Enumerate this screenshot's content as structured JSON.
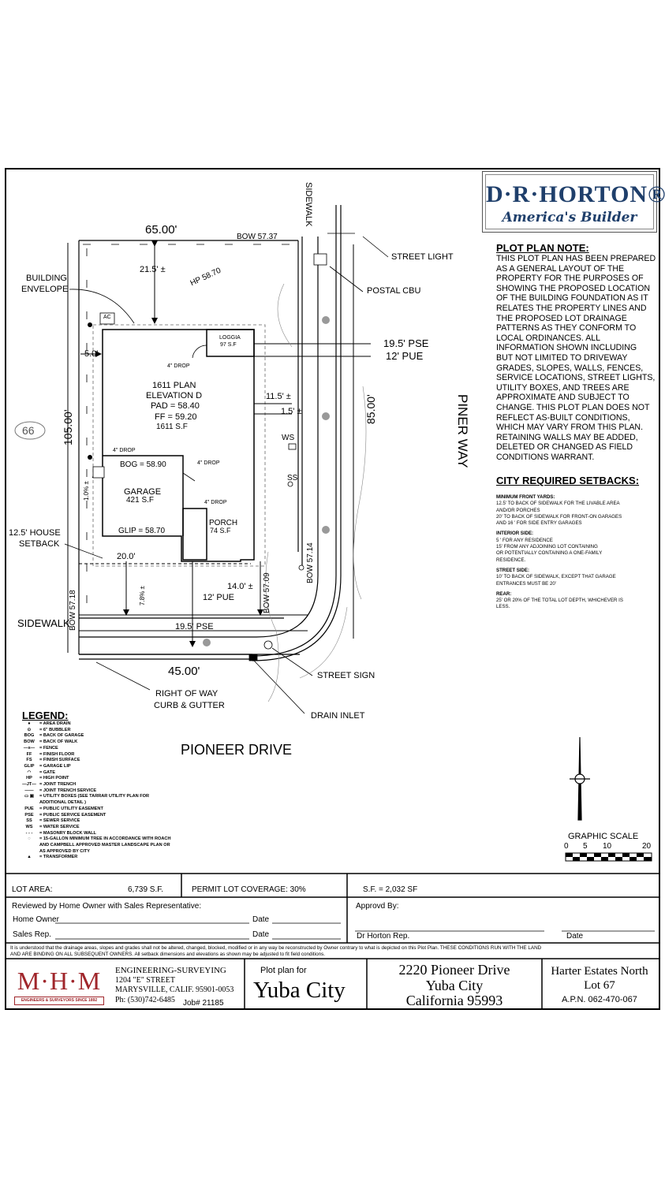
{
  "logo": {
    "brand": "D·R·HORTON®",
    "tagline": "America's Builder"
  },
  "plot_note": {
    "title": "PLOT PLAN NOTE:",
    "lines": [
      "THIS PLOT PLAN HAS BEEN PREPARED",
      "AS A GENERAL LAYOUT OF THE",
      "PROPERTY FOR THE PURPOSES OF",
      "SHOWING THE PROPOSED LOCATION",
      "OF THE BUILDING FOUNDATION AS IT",
      "RELATES THE PROPERTY LINES AND",
      "THE PROPOSED LOT DRAINAGE",
      "PATTERNS AS THEY CONFORM TO",
      "LOCAL ORDINANCES. ALL",
      "INFORMATION SHOWN INCLUDING",
      "BUT NOT LIMITED TO DRIVEWAY",
      "GRADES, SLOPES, WALLS, FENCES,",
      "SERVICE LOCATIONS, STREET LIGHTS,",
      "UTILITY BOXES, AND TREES ARE",
      "APPROXIMATE AND SUBJECT TO",
      "CHANGE. THIS PLOT PLAN DOES NOT",
      "REFLECT AS-BUILT CONDITIONS,",
      "WHICH MAY VARY FROM THIS PLAN.",
      "RETAINING WALLS MAY BE ADDED,",
      "DELETED OR CHANGED AS FIELD",
      "CONDITIONS WARRANT."
    ]
  },
  "setbacks": {
    "title": "CITY REQUIRED SETBACKS:",
    "sections": [
      {
        "heading": "MINIMUM FRONT YARDS:",
        "lines": [
          "12.5' TO BACK OF SIDEWALK FOR THE LIVABLE AREA",
          "AND/OR PORCHES",
          "20' TO BACK OF SIDEWALK FOR FRONT-ON GARAGES",
          "AND 16 ' FOR SIDE ENTRY GARAGES"
        ]
      },
      {
        "heading": "INTERIOR SIDE:",
        "lines": [
          "5 ' FOR ANY RESIDENCE",
          "15' FROM ANY ADJOINING LOT CONTAINING",
          "OR POTENTIALLY CONTAINING A ONE-FAMILY",
          "RESIDENCE."
        ]
      },
      {
        "heading": "STREET SIDE:",
        "lines": [
          "10' TO BACK OF SIDEWALK, EXCEPT THAT GARAGE",
          "ENTRANCES MUST BE 20'"
        ]
      },
      {
        "heading": "REAR:",
        "lines": [
          "25' OR 20% OF THE TOTAL LOT DEPTH, WHICHEVER IS",
          "LESS."
        ]
      }
    ]
  },
  "plan": {
    "dim_top": "65.00'",
    "bow_top": "BOW 57.37",
    "rear_setback": "21.5' ±",
    "hp": "HP 58.70",
    "building_envelope": "BUILDING\nENVELOPE",
    "building_envelope_1": "BUILDING",
    "building_envelope_2": "ENVELOPE",
    "side_5": "5.0'",
    "ac": "AC",
    "loggia": "LOGGIA",
    "loggia_sf": "97 S.F",
    "drop_4": "4\" DROP",
    "plan_name": "1611 PLAN",
    "elevation": "ELEVATION D",
    "pad": "PAD = 58.40",
    "ff": "FF = 59.20",
    "house_sf": "1611 S.F",
    "lot_number": "66",
    "dim_left": "105.00'",
    "bog": "BOG = 58.90",
    "garage": "GARAGE",
    "garage_sf": "421 S.F",
    "glip": "GLIP = 58.70",
    "porch": "PORCH",
    "porch_sf": "74 S.F",
    "slope_garage": "1.0% ±",
    "side_11": "11.5' ±",
    "side_1_5": "1.5' ±",
    "pse_right": "19.5' PSE",
    "pue_right": "12' PUE",
    "dim_right": "85.00'",
    "ws": "WS",
    "ss": "SS",
    "street_light": "STREET LIGHT",
    "postal": "POSTAL CBU",
    "sidewalk_top": "SIDEWALK",
    "piner_way": "PINER WAY",
    "house_setback": "12.5' HOUSE\nSETBACK",
    "house_setback_1": "12.5' HOUSE",
    "house_setback_2": "SETBACK",
    "front_20": "20.0'",
    "bow_left": "BOW 57.18",
    "slope_drive": "7.8% ±",
    "front_14": "14.0' ±",
    "pue_front": "12' PUE",
    "bow_mid": "BOW 57.09",
    "bow_right": "BOW 57.14",
    "sidewalk_left": "SIDEWALK",
    "pse_front": "19.5' PSE",
    "dim_bottom": "45.00'",
    "street_sign": "STREET SIGN",
    "row_1": "RIGHT OF WAY",
    "row_2": "CURB & GUTTER",
    "drain_inlet": "DRAIN INLET",
    "pioneer_drive": "PIONEER DRIVE",
    "graphic_scale": "GRAPHIC SCALE",
    "scale_ticks": [
      "0",
      "5",
      "10",
      "20"
    ]
  },
  "legend": {
    "title": "LEGEND:",
    "items": [
      {
        "sym": "●",
        "desc": "= AREA DRAIN"
      },
      {
        "sym": "⊙",
        "desc": "= 6\" BUBBLER"
      },
      {
        "sym": "BOG",
        "desc": "= BACK OF GARAGE"
      },
      {
        "sym": "BOW",
        "desc": "= BACK OF WALK"
      },
      {
        "sym": "—x—",
        "desc": "= FENCE"
      },
      {
        "sym": "FF",
        "desc": "= FINISH FLOOR"
      },
      {
        "sym": "FS",
        "desc": "= FINISH SURFACE"
      },
      {
        "sym": "GLIP",
        "desc": "= GARAGE LIP"
      },
      {
        "sym": "◠",
        "desc": "= GATE"
      },
      {
        "sym": "HP",
        "desc": "= HIGH POINT"
      },
      {
        "sym": "—JT—",
        "desc": "= JOINT TRENCH"
      },
      {
        "sym": "——",
        "desc": "= JOINT TRENCH SERVICE"
      },
      {
        "sym": "▭ ▣",
        "desc": "= UTILITY BOXES (SEE TARRAR UTILITY PLAN FOR ADDITIONAL DETAIL )"
      },
      {
        "sym": "PUE",
        "desc": "= PUBLIC UTILITY EASEMENT"
      },
      {
        "sym": "PSE",
        "desc": "= PUBLIC SERVICE EASEMENT"
      },
      {
        "sym": "SS",
        "desc": "= SEWER SERVICE"
      },
      {
        "sym": "WS",
        "desc": "= WATER SERVICE"
      },
      {
        "sym": "- - -",
        "desc": "= MASONRY BLOCK WALL"
      },
      {
        "sym": "◌",
        "desc": "= 15-GALLON MINIMUM TREE IN ACCORDANCE WITH ROACH AND CAMPBELL APPROVED MASTER LANDSCAPE PLAN OR AS APPROVED BY CITY"
      },
      {
        "sym": "▲",
        "desc": "= TRANSFORMER"
      }
    ]
  },
  "info": {
    "lot_area_label": "LOT AREA:",
    "lot_area_value": "6,739 S.F.",
    "permit_coverage": "PERMIT LOT COVERAGE: 30%",
    "sf": "S.F. = 2,032 SF",
    "reviewed": "Reviewed by Home Owner with Sales Representative:",
    "home_owner": "Home Owner",
    "sales_rep": "Sales Rep.",
    "date": "Date",
    "approved": "Approvd By:",
    "dr_rep": "Dr Horton Rep.",
    "disclaimer_1": "It is understood that the drainage areas, slopes and grades shall not be altered, changed, blocked, modified or in any way be reconstructed by Owner contrary to what is depicted on this Plot Plan.  THESE CONDITIONS RUN WITH THE LAND",
    "disclaimer_2": "AND ARE BINDING ON ALL SUBSEQUENT OWNERS.  All setback dimensions and elevations as shown may be adjusted to fit field conditions."
  },
  "titleblock": {
    "mhm": "M·H·M",
    "mhm_band": "ENGINEERS & SURVEYORS SINCE 1892",
    "firm_1": "ENGINEERING-SURVEYING",
    "firm_2": "1204 \"E\" STREET",
    "firm_3": "MARYSVILLE, CALIF. 95901-0053",
    "firm_4": "Ph: (530)742-6485",
    "job": "Job# 21185",
    "plot_for": "Plot plan for",
    "city": "Yuba City",
    "addr_1": "2220 Pioneer Drive",
    "addr_2": "Yuba City",
    "addr_3": "California 95993",
    "sub_1": "Harter Estates North",
    "sub_2": "Lot 67",
    "apn": "A.P.N. 062-470-067"
  }
}
